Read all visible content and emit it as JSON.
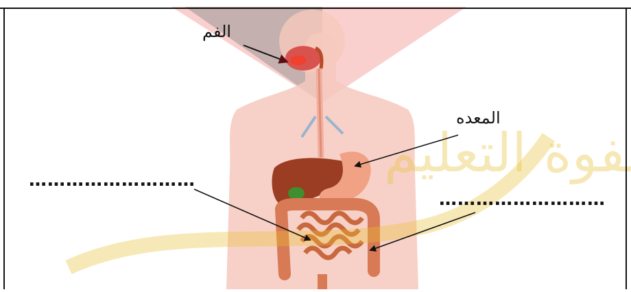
{
  "labels": {
    "mouth": "الفم",
    "stomach": "المعده"
  },
  "blanks": {
    "left": "………………………",
    "right": "………………………"
  },
  "colors": {
    "frame": "#111111",
    "skin": "#f6c9bd",
    "liver": "#9a3d22",
    "intestine": "#d77a55",
    "stomach": "#f1a184",
    "watermark": "#e8c030"
  },
  "watermark": {
    "text": "معهد صفوة التعليم"
  }
}
